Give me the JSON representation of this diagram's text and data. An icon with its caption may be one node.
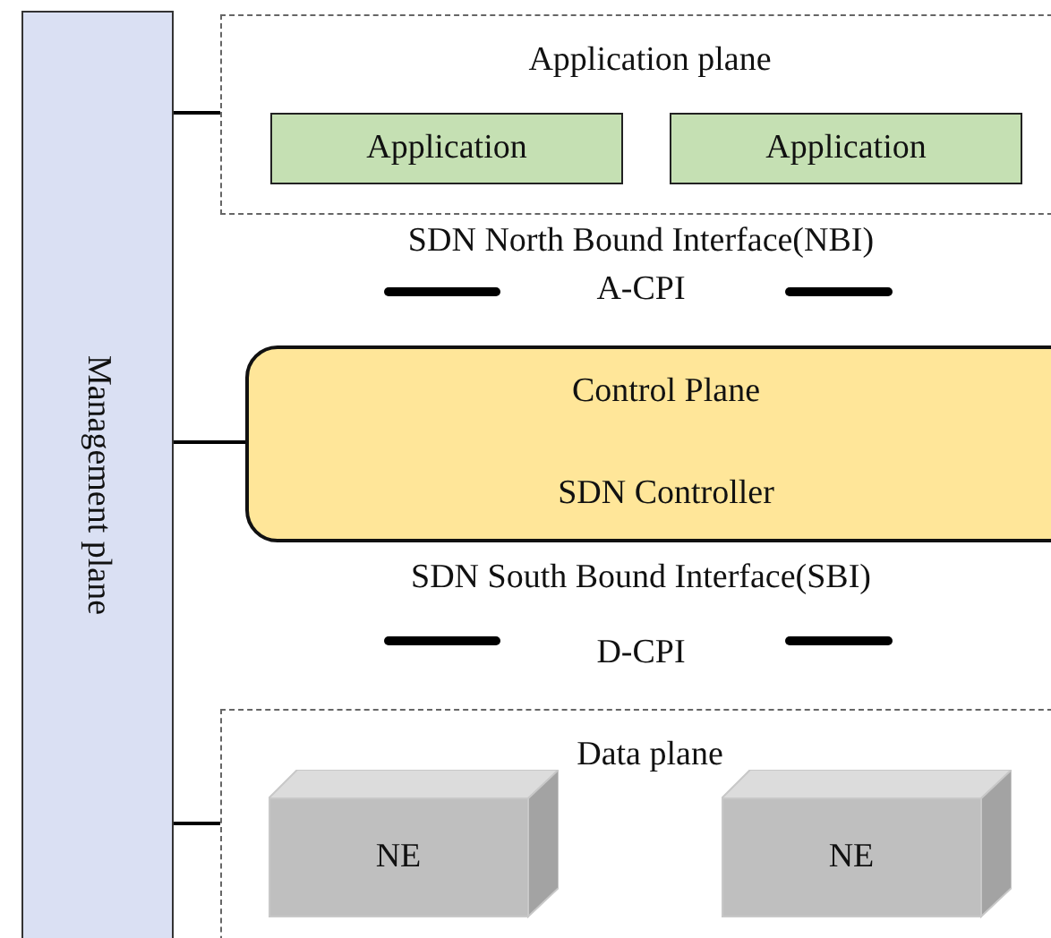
{
  "diagram": {
    "nodes": [
      {
        "text": [
          "Management plane"
        ]
      },
      {
        "text": [
          "Application plane"
        ]
      },
      {
        "text": [
          "Application"
        ],
        "in": 1
      },
      {
        "text": [
          "Application"
        ],
        "in": 1
      },
      {
        "text": [
          "Control Plane",
          "SDN Controller"
        ]
      },
      {
        "text": [
          "Data plane"
        ]
      },
      {
        "text": [
          "NE"
        ],
        "in": 5
      },
      {
        "text": [
          "NE"
        ],
        "in": 5
      }
    ],
    "edges": [
      {
        "from": 0,
        "to": 1,
        "arrow": "none"
      },
      {
        "from": 0,
        "to": 4,
        "arrow": "none"
      },
      {
        "from": 0,
        "to": 5,
        "arrow": "none"
      }
    ],
    "labels": [
      "SDN North Bound Interface(NBI)",
      "A-CPI",
      "SDN South Bound Interface(SBI)",
      "D-CPI"
    ]
  }
}
